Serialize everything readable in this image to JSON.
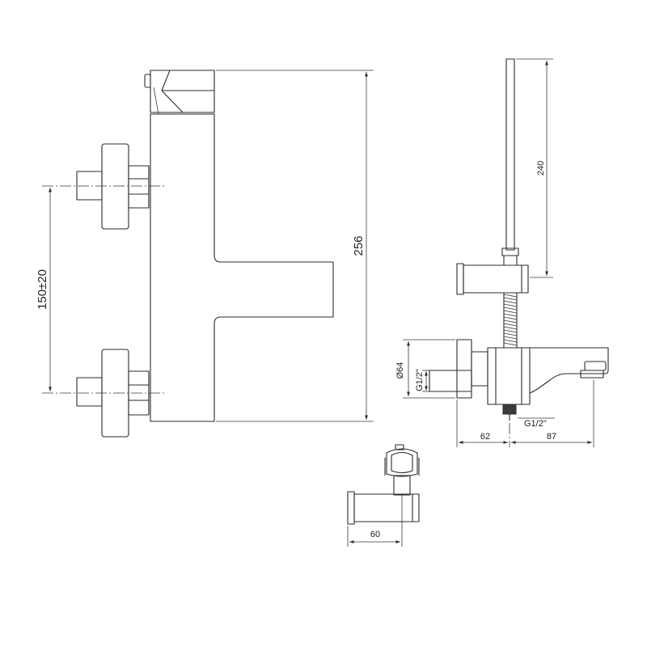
{
  "dimensions": {
    "total_height": "256",
    "inlet_spacing": "150±20",
    "shower_rail_height": "240",
    "flange_diameter": "Ø64",
    "thread_inlet": "G1/2\"",
    "thread_outlet": "G1/2\"",
    "depth_to_centre": "62",
    "spout_projection": "87",
    "wall_bracket_depth": "60"
  }
}
